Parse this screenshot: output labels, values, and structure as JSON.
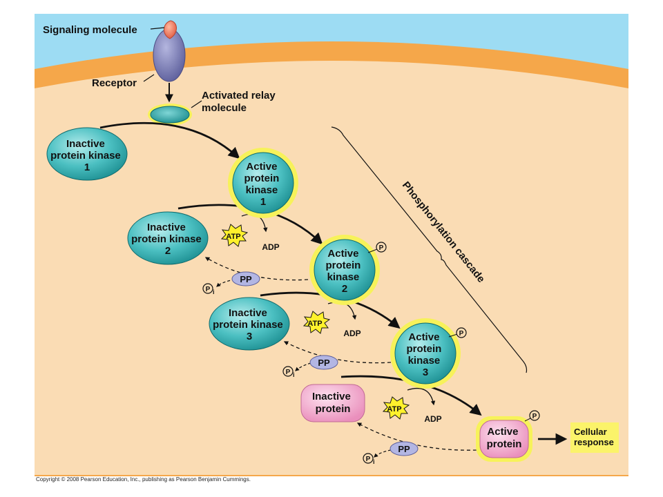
{
  "colors": {
    "extracellular": "#9ddcf3",
    "membrane": "#f5a74a",
    "cytoplasm": "#fadcb4",
    "kinase": "#36b3b5",
    "protein": "#f2a6cc",
    "glow": "#f7f25a",
    "pp": "#b3b6e3",
    "atp": "#fff12c",
    "response": "#fbf36a"
  },
  "labels": {
    "signaling_molecule": "Signaling molecule",
    "receptor": "Receptor",
    "relay_line1": "Activated relay",
    "relay_line2": "molecule",
    "cascade": "Phosphorylation cascade",
    "copyright": "Copyright © 2008 Pearson Education, Inc., publishing as Pearson Benjamin Cummings."
  },
  "inactive_kinase_1": [
    "Inactive",
    "protein kinase",
    "1"
  ],
  "active_kinase_1": [
    "Active",
    "protein",
    "kinase",
    "1"
  ],
  "inactive_kinase_2": [
    "Inactive",
    "protein kinase",
    "2"
  ],
  "active_kinase_2": [
    "Active",
    "protein",
    "kinase",
    "2"
  ],
  "inactive_kinase_3": [
    "Inactive",
    "protein kinase",
    "3"
  ],
  "active_kinase_3": [
    "Active",
    "protein",
    "kinase",
    "3"
  ],
  "inactive_protein": [
    "Inactive",
    "protein"
  ],
  "active_protein": [
    "Active",
    "protein"
  ],
  "cellular_response": [
    "Cellular",
    "response"
  ],
  "atp": "ATP",
  "adp": "ADP",
  "pp": "PP",
  "p": "P",
  "pi_sub": "i"
}
